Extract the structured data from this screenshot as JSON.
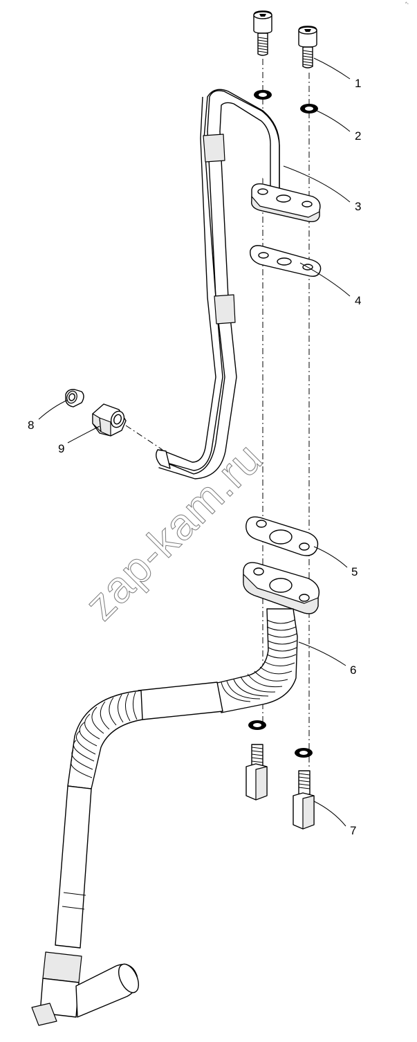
{
  "watermark": "zap-kam.ru",
  "corner_mark": "^-",
  "callouts": [
    {
      "id": "1",
      "label": "1"
    },
    {
      "id": "2",
      "label": "2"
    },
    {
      "id": "3",
      "label": "3"
    },
    {
      "id": "4",
      "label": "4"
    },
    {
      "id": "5",
      "label": "5"
    },
    {
      "id": "6",
      "label": "6"
    },
    {
      "id": "7",
      "label": "7"
    },
    {
      "id": "8",
      "label": "8"
    },
    {
      "id": "9",
      "label": "9"
    }
  ]
}
